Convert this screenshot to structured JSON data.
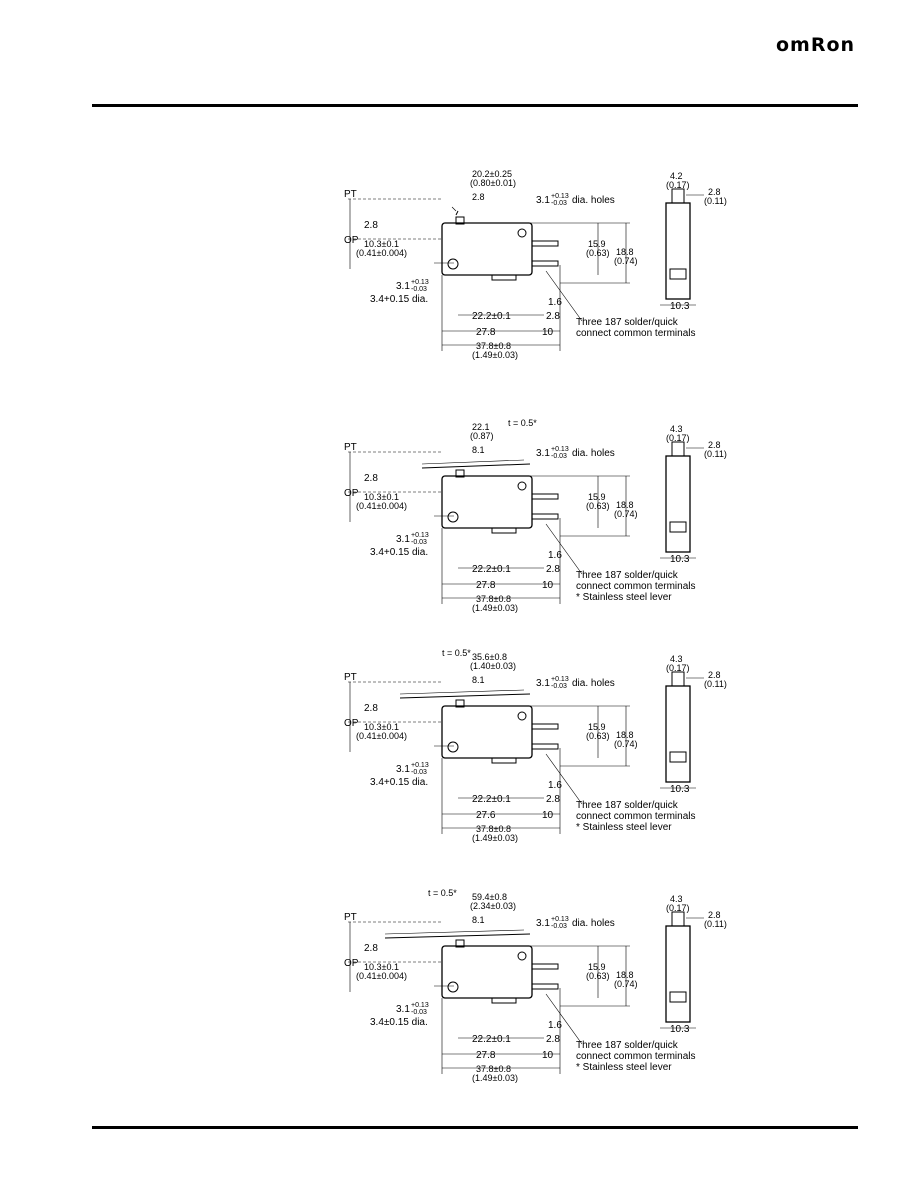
{
  "header": {
    "logo_text": "omRon"
  },
  "drawings": [
    {
      "lever_thickness": "",
      "overall_lever": "20.2±0.25",
      "overall_lever_in": "(0.80±0.01)",
      "lever_offset": "2.8",
      "hole_label": "3.1",
      "hole_tol_hi": "+0.13",
      "hole_tol_lo": "-0.03",
      "hole_suffix": "dia. holes",
      "pt": "PT",
      "op": "OP",
      "dim_2_8": "2.8",
      "op_value": "10.3±0.1",
      "op_value_in": "(0.41±0.004)",
      "h159": "15.9",
      "h159_in": "(0.63)",
      "h188": "18.8",
      "h188_in": "(0.74)",
      "hole2": "3.1",
      "hole2_tol_hi": "+0.13",
      "hole2_tol_lo": "-0.03",
      "dia34": "3.4+0.15 dia.",
      "d16": "1.6",
      "d222": "22.2±0.1",
      "d28b": "2.8",
      "d276": "27.8",
      "d10": "10",
      "d378": "37.8±0.8",
      "d378_in": "(1.49±0.03)",
      "note1": "Three 187 solder/quick",
      "note2": "connect common terminals",
      "note3": "",
      "side_w": "4.2",
      "side_w_in": "(0.17)",
      "side_t": "2.8",
      "side_t_in": "(0.11)",
      "side_b": "10.3"
    },
    {
      "lever_thickness": "t = 0.5*",
      "overall_lever": "22.1",
      "overall_lever_in": "(0.87)",
      "lever_offset": "8.1",
      "hole_label": "3.1",
      "hole_tol_hi": "+0.13",
      "hole_tol_lo": "-0.03",
      "hole_suffix": "dia. holes",
      "pt": "PT",
      "op": "OP",
      "dim_2_8": "2.8",
      "op_value": "10.3±0.1",
      "op_value_in": "(0.41±0.004)",
      "h159": "15.9",
      "h159_in": "(0.63)",
      "h188": "18.8",
      "h188_in": "(0.74)",
      "hole2": "3.1",
      "hole2_tol_hi": "+0.13",
      "hole2_tol_lo": "-0.03",
      "dia34": "3.4+0.15 dia.",
      "d16": "1.6",
      "d222": "22.2±0.1",
      "d28b": "2.8",
      "d276": "27.8",
      "d10": "10",
      "d378": "37.8±0.8",
      "d378_in": "(1.49±0.03)",
      "note1": "Three 187 solder/quick",
      "note2": "connect common terminals",
      "note3": "* Stainless steel lever",
      "side_w": "4.3",
      "side_w_in": "(0.17)",
      "side_t": "2.8",
      "side_t_in": "(0.11)",
      "side_b": "10.3"
    },
    {
      "lever_thickness": "t = 0.5*",
      "overall_lever": "35.6±0.8",
      "overall_lever_in": "(1.40±0.03)",
      "lever_offset": "8.1",
      "hole_label": "3.1",
      "hole_tol_hi": "+0.13",
      "hole_tol_lo": "-0.03",
      "hole_suffix": "dia. holes",
      "pt": "PT",
      "op": "OP",
      "dim_2_8": "2.8",
      "op_value": "10.3±0.1",
      "op_value_in": "(0.41±0.004)",
      "h159": "15.9",
      "h159_in": "(0.63)",
      "h188": "18.8",
      "h188_in": "(0.74)",
      "hole2": "3.1",
      "hole2_tol_hi": "+0.13",
      "hole2_tol_lo": "-0.03",
      "dia34": "3.4+0.15 dia.",
      "d16": "1.6",
      "d222": "22.2±0.1",
      "d28b": "2.8",
      "d276": "27.6",
      "d10": "10",
      "d378": "37.8±0.8",
      "d378_in": "(1.49±0.03)",
      "note1": "Three 187 solder/quick",
      "note2": "connect common terminals",
      "note3": "* Stainless steel lever",
      "side_w": "4.3",
      "side_w_in": "(0.17)",
      "side_t": "2.8",
      "side_t_in": "(0.11)",
      "side_b": "10.3"
    },
    {
      "lever_thickness": "t = 0.5*",
      "overall_lever": "59.4±0.8",
      "overall_lever_in": "(2.34±0.03)",
      "lever_offset": "8.1",
      "hole_label": "3.1",
      "hole_tol_hi": "+0.13",
      "hole_tol_lo": "-0.03",
      "hole_suffix": "dia. holes",
      "pt": "PT",
      "op": "OP",
      "dim_2_8": "2.8",
      "op_value": "10.3±0.1",
      "op_value_in": "(0.41±0.004)",
      "h159": "15.9",
      "h159_in": "(0.63)",
      "h188": "18.8",
      "h188_in": "(0.74)",
      "hole2": "3.1",
      "hole2_tol_hi": "+0.13",
      "hole2_tol_lo": "-0.03",
      "dia34": "3.4±0.15 dia.",
      "d16": "1.6",
      "d222": "22.2±0.1",
      "d28b": "2.8",
      "d276": "27.8",
      "d10": "10",
      "d378": "37.8±0.8",
      "d378_in": "(1.49±0.03)",
      "note1": "Three 187 solder/quick",
      "note2": "connect common terminals",
      "note3": "* Stainless steel lever",
      "side_w": "4.3",
      "side_w_in": "(0.17)",
      "side_t": "2.8",
      "side_t_in": "(0.11)",
      "side_b": "10.3"
    }
  ]
}
